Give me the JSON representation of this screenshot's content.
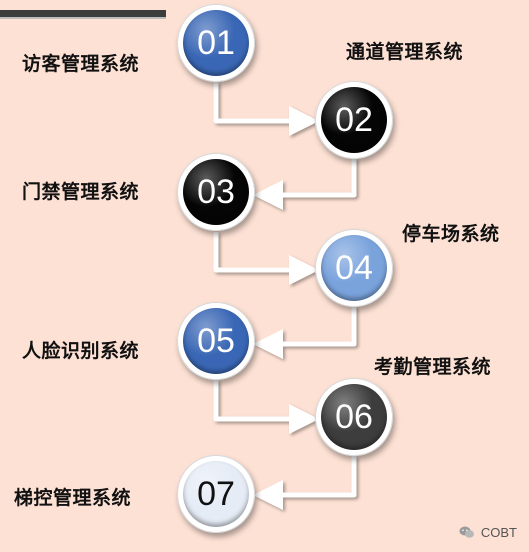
{
  "steps": [
    {
      "number": "01",
      "label": "访客管理系统",
      "color": "#3a67b5",
      "text_color": "#ffffff"
    },
    {
      "number": "02",
      "label": "通道管理系统",
      "color": "#050505",
      "text_color": "#ffffff"
    },
    {
      "number": "03",
      "label": "门禁管理系统",
      "color": "#050505",
      "text_color": "#ffffff"
    },
    {
      "number": "04",
      "label": "停车场系统",
      "color": "#7aa3dc",
      "text_color": "#ffffff"
    },
    {
      "number": "05",
      "label": "人脸识别系统",
      "color": "#3a67b5",
      "text_color": "#ffffff"
    },
    {
      "number": "06",
      "label": "考勤管理系统",
      "color": "#3d3d3d",
      "text_color": "#ffffff"
    },
    {
      "number": "07",
      "label": "梯控管理系统",
      "color": "#e6ecf6",
      "text_color": "#111111"
    }
  ],
  "watermark": {
    "text": "COBT",
    "icon": "wechat-icon"
  }
}
